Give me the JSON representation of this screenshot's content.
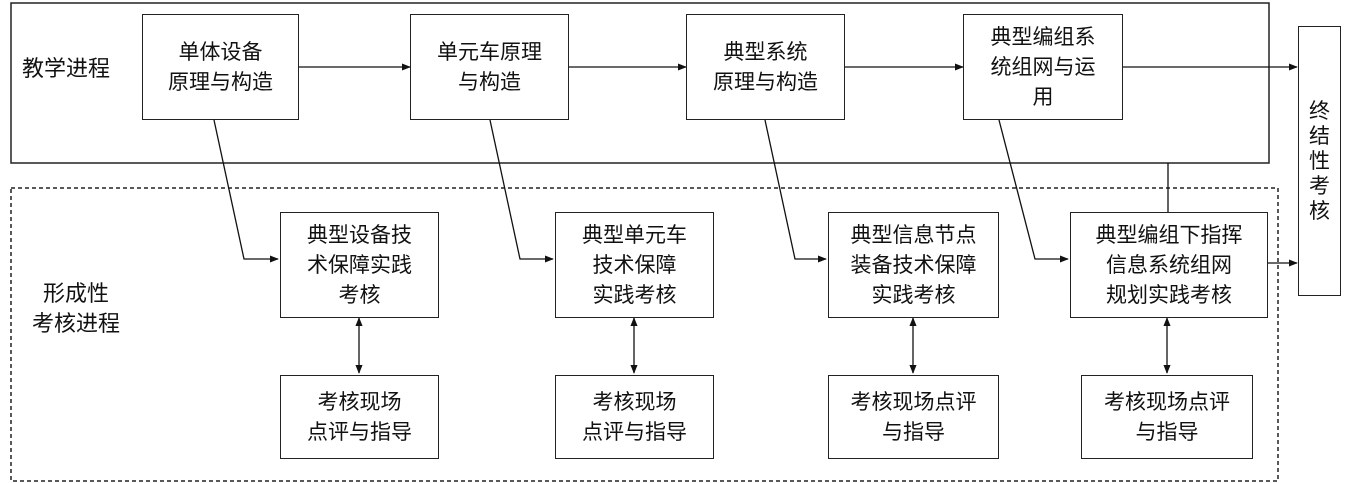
{
  "teaching_label": "教学进程",
  "formative_label": "形成性\n考核进程",
  "teaching_steps": [
    "单体设备\n原理与构造",
    "单元车原理\n与构造",
    "典型系统\n原理与构造",
    "典型编组系\n统组网与运\n用"
  ],
  "practice_assessments": [
    "典型设备技\n术保障实践\n考核",
    "典型单元车\n技术保障\n实践考核",
    "典型信息节点\n装备技术保障\n实践考核",
    "典型编组下指挥\n信息系统组网\n规划实践考核"
  ],
  "onsite_reviews": [
    "考核现场\n点评与指导",
    "考核现场\n点评与指导",
    "考核现场点评\n与指导",
    "考核现场点评\n与指导"
  ],
  "summative": "终\n结\n性\n考\n核"
}
